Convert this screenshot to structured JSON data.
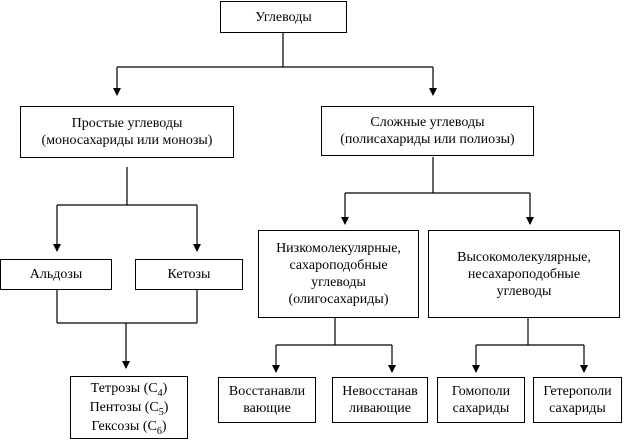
{
  "diagram": {
    "root": "Углеводы",
    "simple": {
      "line1": "Простые углеводы",
      "line2": "(моносахариды или монозы)"
    },
    "complex": {
      "line1": "Сложные углеводы",
      "line2": "(полисахариды или полиозы)"
    },
    "aldoses": "Альдозы",
    "ketoses": "Кетозы",
    "monosaccharide_types": [
      {
        "name": "Тетрозы (C",
        "sub": "4",
        "close": ")"
      },
      {
        "name": "Пентозы (C",
        "sub": "5",
        "close": ")"
      },
      {
        "name": "Гексозы (C",
        "sub": "6",
        "close": ")"
      }
    ],
    "low_molecular": {
      "line1": "Низкомолекулярные,",
      "line2": "сахароподобные",
      "line3": "углеводы",
      "line4": "(олигосахариды)"
    },
    "high_molecular": {
      "line1": "Высокомолекулярные,",
      "line2": "несахароподобные",
      "line3": "углеводы"
    },
    "reducing": {
      "line1": "Восстанавли",
      "line2": "вающие"
    },
    "non_reducing": {
      "line1": "Невосстанав",
      "line2": "ливающие"
    },
    "homopoly": {
      "line1": "Гомополи",
      "line2": "сахариды"
    },
    "heteropoly": {
      "line1": "Гетерополи",
      "line2": "сахариды"
    }
  }
}
